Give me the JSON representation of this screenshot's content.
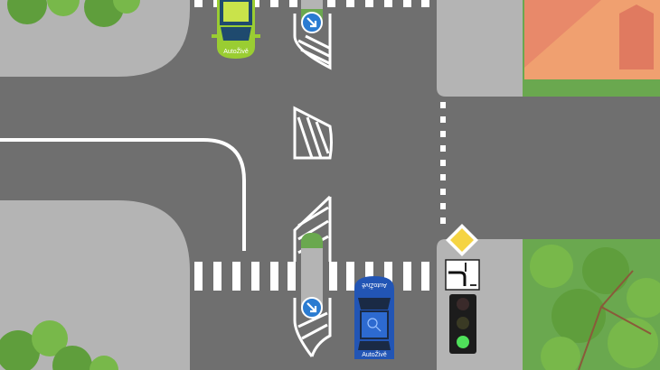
{
  "scene": {
    "colors": {
      "road": "#6f6f6f",
      "sidewalk": "#b4b4b4",
      "grass": "#6aa84f",
      "house_roof": "#f0a070",
      "house_wall": "#e8896a",
      "green_car": "#9acd32",
      "blue_car": "#2255b5",
      "marking": "#ffffff",
      "sign_blue": "#2a7bd1",
      "priority_yellow": "#f5d442",
      "light_green": "#4fe05a"
    },
    "cars": [
      {
        "name": "green-car",
        "brand": "AutoŽivě",
        "direction": "south"
      },
      {
        "name": "blue-car",
        "brand": "AutoŽivě",
        "direction": "north"
      }
    ],
    "traffic_light": {
      "active": "green"
    },
    "signs": [
      "priority-road-diamond",
      "priority-road-shape-plate",
      "keep-right-arrow"
    ]
  }
}
